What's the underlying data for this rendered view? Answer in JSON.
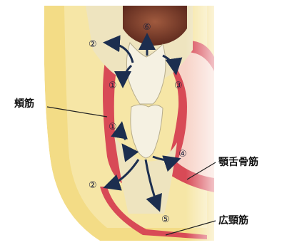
{
  "labels": {
    "buccinator": "頬筋",
    "mylohyoid": "顎舌骨筋",
    "platysma": "広頸筋"
  },
  "markers": {
    "m1_upper": "①",
    "m1_lower": "①",
    "m2_upper": "②",
    "m2_lower": "②",
    "m3": "③",
    "m4": "④",
    "m5": "⑤",
    "m6": "⑥"
  },
  "colors": {
    "arrow": "#1c2e4f",
    "muscle": "#d84a56",
    "bone": "#f1e7b8",
    "soft_tissue": "#f3dc86",
    "sinus": "#7c3c2a"
  }
}
